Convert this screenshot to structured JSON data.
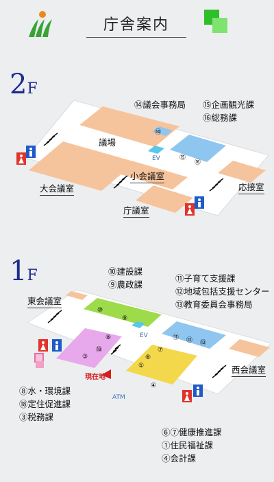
{
  "header": {
    "title": "庁舎案内"
  },
  "floors": {
    "second": {
      "label_num": "2",
      "label_f": "F",
      "departments": [
        "⑭議会事務局",
        "⑮企画観光課",
        "⑯総務課"
      ],
      "rooms": {
        "gijo": "議場",
        "shokaigishitsu": "小会議室",
        "daikaigishitsu": "大会議室",
        "chogishitsu": "庁議室",
        "osetsushitsu": "応接室"
      },
      "map_numbers": [
        "⑭",
        "⑮",
        "⑯"
      ],
      "ev": "EV"
    },
    "first": {
      "label_num": "1",
      "label_f": "F",
      "departments_top_left": [
        "⑩建設課",
        "⑨農政課"
      ],
      "departments_top_right": [
        "⑪子育て支援課",
        "⑫地域包括支援センター",
        "⑬教育委員会事務局"
      ],
      "departments_bottom_left": [
        "⑧水・環境課",
        "⑱定住促進課",
        "③税務課"
      ],
      "departments_bottom_right": [
        "⑥⑦健康推進課",
        "①住民福祉課",
        "④会計課"
      ],
      "rooms": {
        "higashikaigishitsu": "東会議室",
        "nishikaigishitsu": "西会議室"
      },
      "map_numbers": [
        "⑩",
        "⑨",
        "⑧",
        "⑱",
        "③",
        "⑪",
        "⑫",
        "⑬",
        "⑦",
        "⑥",
        "①",
        "④"
      ],
      "ev": "EV",
      "atm": "ATM",
      "current_location": "現在地"
    }
  },
  "colors": {
    "orange": "#f6c49c",
    "blue": "#8fc6ef",
    "green": "#9edb4a",
    "pink": "#e8a8ec",
    "yellow": "#f4d84c",
    "corridor": "#ffffff",
    "floor_label": "#1e2c8c",
    "current_location": "#d61d1d"
  },
  "icons": {
    "logo": "town-logo-icon",
    "squares": "green-squares-icon",
    "restroom_female": "restroom-female-icon",
    "restroom_male": "restroom-male-icon",
    "stairs": "stairs-icon",
    "current_location": "current-location-triangle-icon"
  }
}
